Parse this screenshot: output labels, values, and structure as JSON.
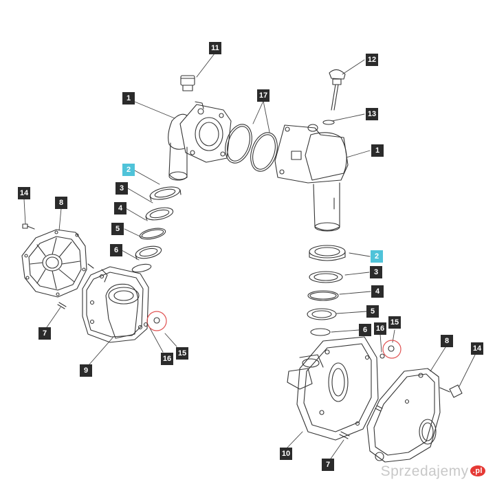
{
  "callouts": [
    {
      "id": "c-11-top",
      "label": "11",
      "highlight": false
    },
    {
      "id": "c-12",
      "label": "12",
      "highlight": false
    },
    {
      "id": "c-1-left",
      "label": "1",
      "highlight": false
    },
    {
      "id": "c-17",
      "label": "17",
      "highlight": false
    },
    {
      "id": "c-13",
      "label": "13",
      "highlight": false
    },
    {
      "id": "c-1-right",
      "label": "1",
      "highlight": false
    },
    {
      "id": "c-2-left",
      "label": "2",
      "highlight": true
    },
    {
      "id": "c-3-left",
      "label": "3",
      "highlight": false
    },
    {
      "id": "c-4-left",
      "label": "4",
      "highlight": false
    },
    {
      "id": "c-5-left",
      "label": "5",
      "highlight": false
    },
    {
      "id": "c-6-left",
      "label": "6",
      "highlight": false
    },
    {
      "id": "c-14-left",
      "label": "14",
      "highlight": false
    },
    {
      "id": "c-8-left",
      "label": "8",
      "highlight": false
    },
    {
      "id": "c-7-left",
      "label": "7",
      "highlight": false
    },
    {
      "id": "c-9",
      "label": "9",
      "highlight": false
    },
    {
      "id": "c-16-left",
      "label": "16",
      "highlight": false
    },
    {
      "id": "c-15-left",
      "label": "15",
      "highlight": false
    },
    {
      "id": "c-2-right",
      "label": "2",
      "highlight": true
    },
    {
      "id": "c-3-right",
      "label": "3",
      "highlight": false
    },
    {
      "id": "c-4-right",
      "label": "4",
      "highlight": false
    },
    {
      "id": "c-5-right",
      "label": "5",
      "highlight": false
    },
    {
      "id": "c-6-right",
      "label": "6",
      "highlight": false
    },
    {
      "id": "c-16-right",
      "label": "16",
      "highlight": false
    },
    {
      "id": "c-15-right",
      "label": "15",
      "highlight": false
    },
    {
      "id": "c-8-right",
      "label": "8",
      "highlight": false
    },
    {
      "id": "c-14-right",
      "label": "14",
      "highlight": false
    },
    {
      "id": "c-10",
      "label": "10",
      "highlight": false
    },
    {
      "id": "c-7-right",
      "label": "7",
      "highlight": false
    }
  ],
  "watermark": {
    "text": "Sprzedajemy",
    "badge": ".pl"
  },
  "colors": {
    "callout_bg": "#2b2b2b",
    "callout_highlight": "#4fc3d9",
    "line": "#333333",
    "circle": "#e05050"
  }
}
